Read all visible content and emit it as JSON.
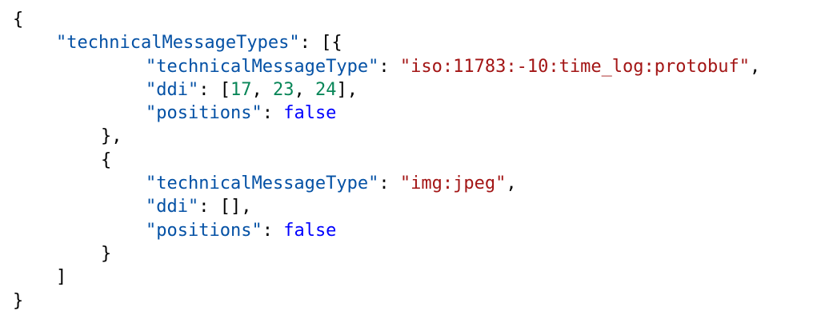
{
  "json_view": {
    "open_brace": "{",
    "close_brace": "}",
    "root_key": "\"technicalMessageTypes\"",
    "root_sep": ": [{",
    "array_close": "]",
    "obj_close_comma": "},",
    "obj_open": "{",
    "obj_close": "}",
    "items": [
      {
        "type_key": "\"technicalMessageType\"",
        "type_value": "\"iso:11783:-10:time_log:protobuf\"",
        "ddi_key": "\"ddi\"",
        "ddi_values": [
          "17",
          "23",
          "24"
        ],
        "positions_key": "\"positions\"",
        "positions_value": "false"
      },
      {
        "type_key": "\"technicalMessageType\"",
        "type_value": "\"img:jpeg\"",
        "ddi_key": "\"ddi\"",
        "ddi_empty": "[]",
        "positions_key": "\"positions\"",
        "positions_value": "false"
      }
    ],
    "colors": {
      "key": "#0451a5",
      "string": "#a31515",
      "number": "#098658",
      "keyword": "#0000ff"
    }
  }
}
